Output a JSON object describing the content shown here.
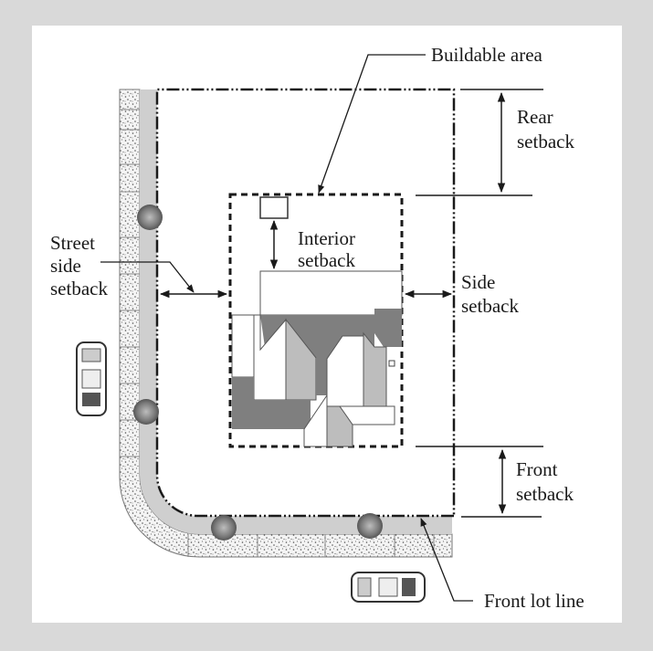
{
  "diagram": {
    "type": "site plan / lot setbacks",
    "labels": {
      "buildable_area": "Buildable area",
      "rear_setback": [
        "Rear",
        "setback"
      ],
      "street_side_setback": [
        "Street",
        "side",
        "setback"
      ],
      "interior_setback": [
        "Interior",
        "setback"
      ],
      "side_setback": [
        "Side",
        "setback"
      ],
      "front_setback": [
        "Front",
        "setback"
      ],
      "front_lot_line": "Front lot line"
    },
    "colors": {
      "background": "#d9d9d9",
      "paper": "#ffffff",
      "line": "#1a1a1a",
      "roof_dark": "#7f7f7f",
      "roof_light": "#bdbdbd",
      "planting_strip": "#cfcfcf",
      "sidewalk": "#eeeeee"
    }
  }
}
